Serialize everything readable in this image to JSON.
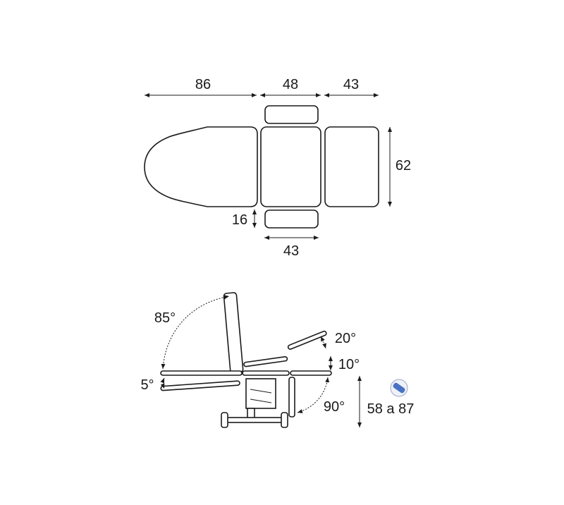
{
  "top_view": {
    "dim_headrest_length": "86",
    "dim_seat_length": "48",
    "dim_legrest_length": "43",
    "dim_width": "62",
    "dim_armrest_width": "16",
    "dim_armrest_length": "43"
  },
  "side_view": {
    "angle_backrest": "85°",
    "angle_head_tilt": "5°",
    "angle_leg_raise": "20°",
    "angle_seat_tilt": "10°",
    "angle_leg_drop": "90°",
    "height_range": "58 a 87"
  },
  "icons": [
    "remote-control-icon"
  ],
  "colors": {
    "line": "#1a1a1a",
    "icon_accent": "#4a72c4"
  }
}
